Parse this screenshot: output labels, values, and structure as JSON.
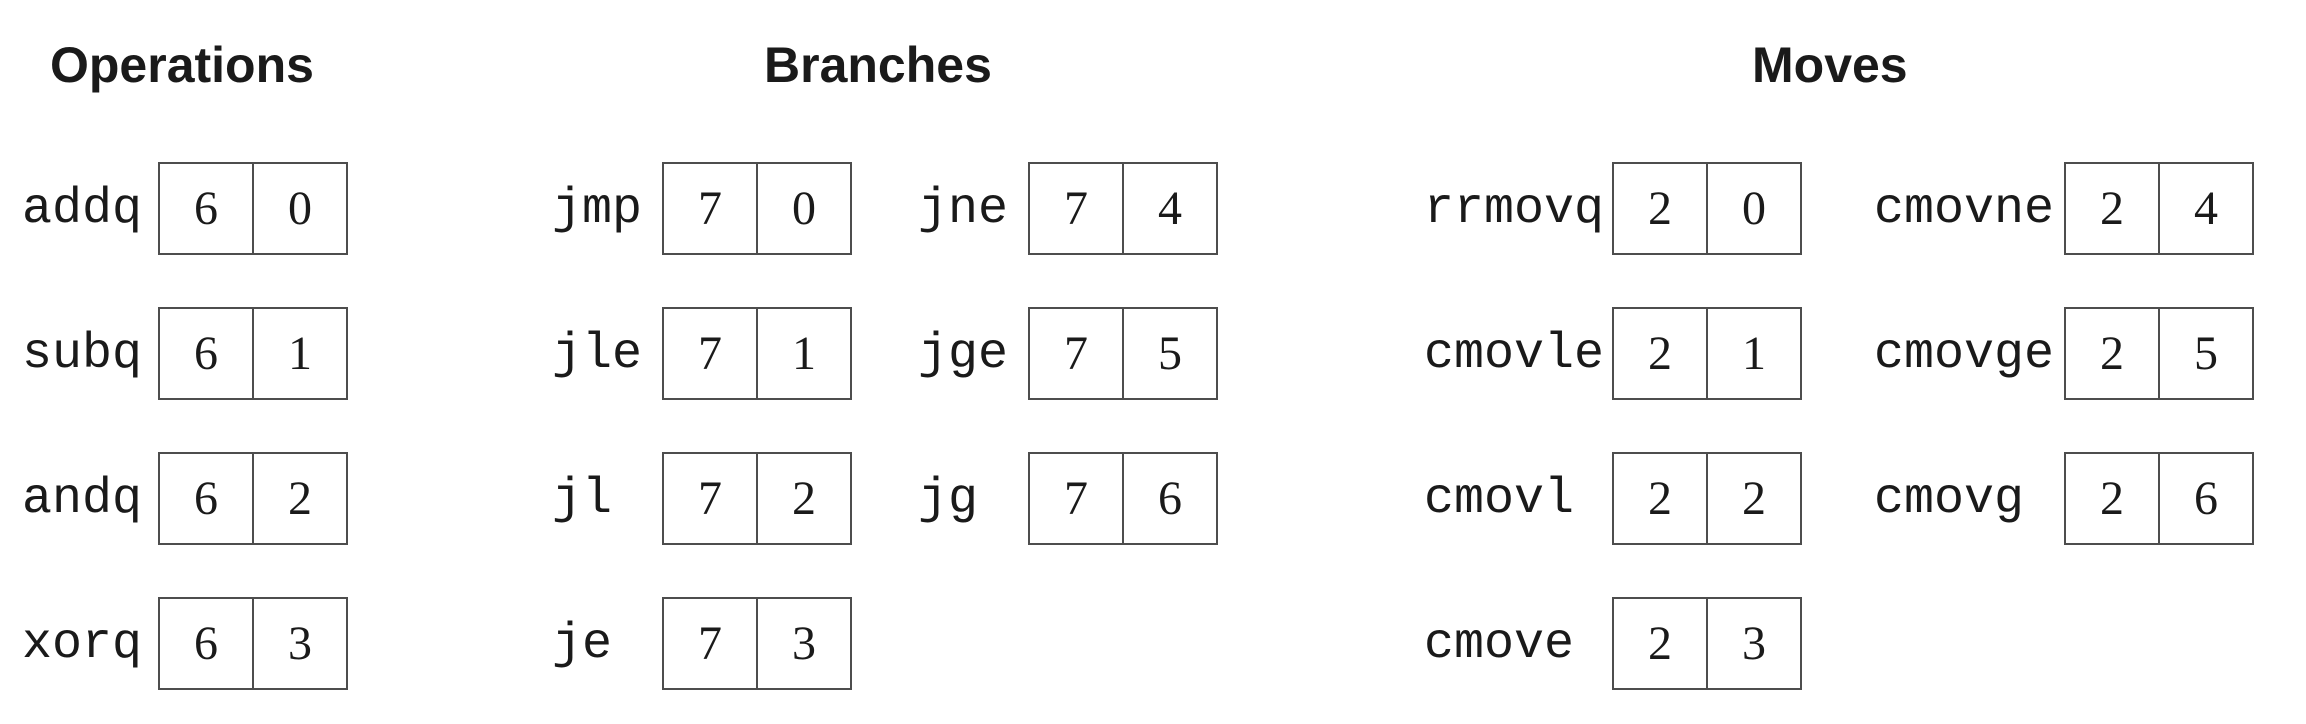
{
  "groups": [
    {
      "title": "Operations",
      "columns": [
        [
          {
            "mnemonic": "addq",
            "icode": "6",
            "ifun": "0"
          },
          {
            "mnemonic": "subq",
            "icode": "6",
            "ifun": "1"
          },
          {
            "mnemonic": "andq",
            "icode": "6",
            "ifun": "2"
          },
          {
            "mnemonic": "xorq",
            "icode": "6",
            "ifun": "3"
          }
        ]
      ]
    },
    {
      "title": "Branches",
      "columns": [
        [
          {
            "mnemonic": "jmp",
            "icode": "7",
            "ifun": "0"
          },
          {
            "mnemonic": "jle",
            "icode": "7",
            "ifun": "1"
          },
          {
            "mnemonic": "jl",
            "icode": "7",
            "ifun": "2"
          },
          {
            "mnemonic": "je",
            "icode": "7",
            "ifun": "3"
          }
        ],
        [
          {
            "mnemonic": "jne",
            "icode": "7",
            "ifun": "4"
          },
          {
            "mnemonic": "jge",
            "icode": "7",
            "ifun": "5"
          },
          {
            "mnemonic": "jg",
            "icode": "7",
            "ifun": "6"
          }
        ]
      ]
    },
    {
      "title": "Moves",
      "columns": [
        [
          {
            "mnemonic": "rrmovq",
            "icode": "2",
            "ifun": "0"
          },
          {
            "mnemonic": "cmovle",
            "icode": "2",
            "ifun": "1"
          },
          {
            "mnemonic": "cmovl",
            "icode": "2",
            "ifun": "2"
          },
          {
            "mnemonic": "cmove",
            "icode": "2",
            "ifun": "3"
          }
        ],
        [
          {
            "mnemonic": "cmovne",
            "icode": "2",
            "ifun": "4"
          },
          {
            "mnemonic": "cmovge",
            "icode": "2",
            "ifun": "5"
          },
          {
            "mnemonic": "cmovg",
            "icode": "2",
            "ifun": "6"
          }
        ]
      ]
    }
  ]
}
